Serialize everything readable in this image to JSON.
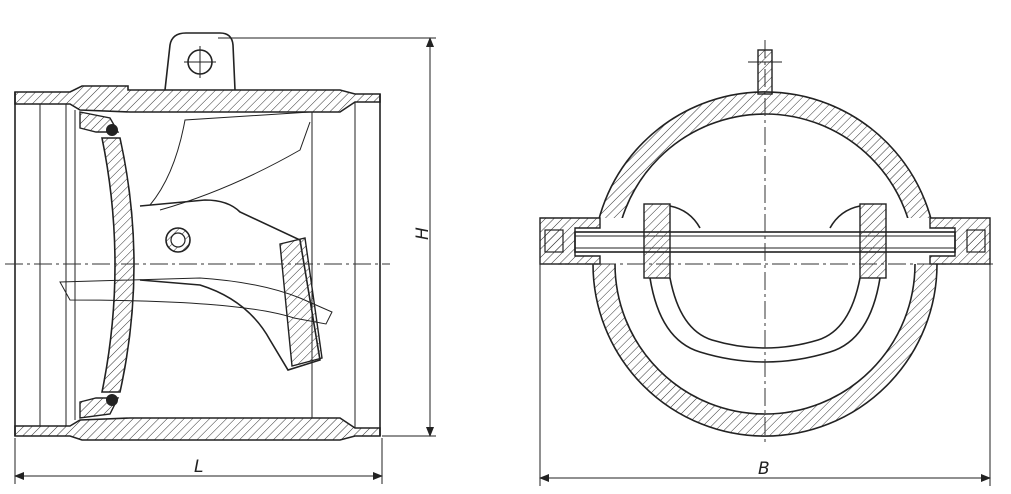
{
  "figure": {
    "dimension_labels": {
      "length": "L",
      "height": "H",
      "width": "B"
    },
    "views": [
      "side-section-view",
      "end-section-view"
    ],
    "colors": {
      "line": "#222222",
      "background": "#ffffff"
    }
  }
}
